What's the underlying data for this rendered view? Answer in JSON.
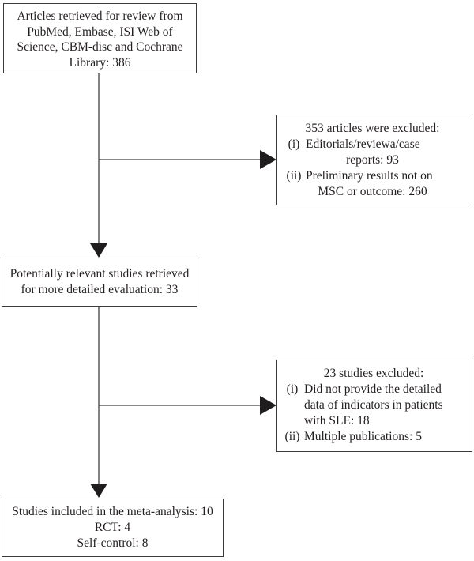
{
  "colors": {
    "background": "#ffffff",
    "box_border": "#3a3a3c",
    "text": "#231f20",
    "connector_line": "#404042",
    "arrowhead": "#1f1d1e"
  },
  "flowchart": {
    "articles_box": {
      "lines": [
        "Articles retrieved for review from",
        "PubMed, Embase, ISI Web of",
        "Science, CBM-disc and Cochrane",
        "Library: 386"
      ]
    },
    "excluded_353_box": {
      "title": "353 articles were excluded:",
      "items": [
        {
          "marker": "(i)",
          "text": "Editorials/reviewa/case",
          "continuation": "reports: 93"
        },
        {
          "marker": "(ii)",
          "text": "Preliminary results not on",
          "continuation": "MSC or outcome: 260"
        }
      ]
    },
    "relevant_box": {
      "lines": [
        "Potentially relevant studies retrieved",
        "for more detailed evaluation: 33"
      ]
    },
    "excluded_23_box": {
      "title": "23 studies excluded:",
      "items": [
        {
          "marker": "(i)",
          "lines": [
            "Did not provide the detailed",
            "data of indicators in patients",
            "with SLE: 18"
          ]
        },
        {
          "marker": "(ii)",
          "lines": [
            "Multiple publications: 5"
          ]
        }
      ]
    },
    "included_box": {
      "lines": [
        "Studies included in the meta-analysis: 10",
        "RCT: 4",
        "Self-control: 8"
      ]
    }
  }
}
